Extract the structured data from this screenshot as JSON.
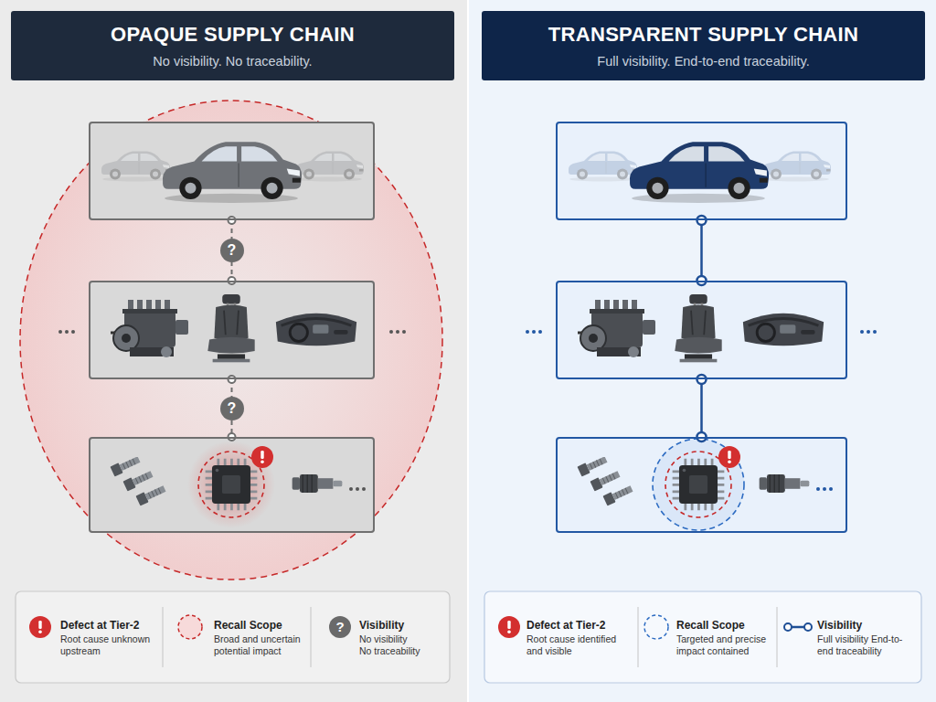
{
  "diagram": {
    "nodes": [
      {
        "text": [
          "OPAQUE SUPPLY CHAIN",
          "No visibility. No traceability."
        ]
      },
      {
        "text": []
      },
      {
        "text": []
      },
      {
        "text": []
      },
      {
        "text": [
          "TRANSPARENT SUPPLY CHAIN",
          "Full visibility. End-to-end traceability."
        ]
      },
      {
        "text": []
      },
      {
        "text": []
      },
      {
        "text": []
      }
    ],
    "edges": [
      {
        "from": 1,
        "to": 2,
        "arrow": "none",
        "label": "?"
      },
      {
        "from": 2,
        "to": 3,
        "arrow": "none",
        "label": "?"
      },
      {
        "from": 5,
        "to": 6,
        "arrow": "none"
      },
      {
        "from": 6,
        "to": 7,
        "arrow": "none"
      }
    ],
    "labels": [
      "Root cause unknown upstream",
      "Broad and uncertain potential impact",
      "?",
      "No visibility No traceability",
      "Root cause identified and visible",
      "Targeted and precise impact contained",
      "Full visibility End-to-end traceability"
    ],
    "legend": [
      {
        "text": "Defect at Tier-2"
      },
      {
        "text": "Recall Scope"
      },
      {
        "text": "Visibility"
      },
      {
        "text": "Defect at Tier-2"
      },
      {
        "text": "Recall Scope"
      },
      {
        "text": "Visibility"
      }
    ]
  }
}
